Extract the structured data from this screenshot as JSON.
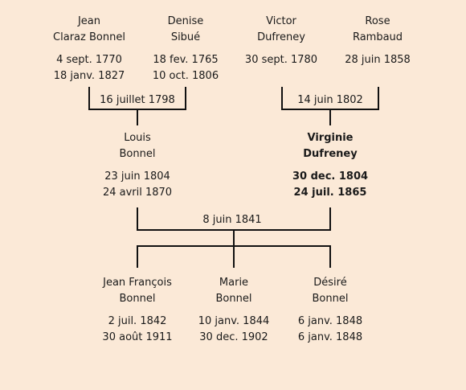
{
  "generation_1": [
    {
      "first": "Jean",
      "last": "Claraz Bonnel",
      "born": "4 sept. 1770",
      "died": "18 janv. 1827"
    },
    {
      "first": "Denise",
      "last": "Sibué",
      "born": "18 fev. 1765",
      "died": "10 oct. 1806"
    },
    {
      "first": "Victor",
      "last": "Dufreney",
      "born": "30 sept. 1780",
      "died": ""
    },
    {
      "first": "Rose",
      "last": "Rambaud",
      "born": "",
      "died": "28 juin 1858"
    }
  ],
  "marriages_1": [
    "16 juillet 1798",
    "14 juin 1802"
  ],
  "generation_2": [
    {
      "first": "Louis",
      "last": "Bonnel",
      "born": "23 juin 1804",
      "died": "24 avril 1870"
    },
    {
      "first": "Virginie",
      "last": "Dufreney",
      "born": "30 dec. 1804",
      "died": "24 juil. 1865"
    }
  ],
  "marriage_2": "8 juin 1841",
  "generation_3": [
    {
      "first": "Jean François",
      "last": "Bonnel",
      "born": "2 juil. 1842",
      "died": "30 août 1911"
    },
    {
      "first": "Marie",
      "last": "Bonnel",
      "born": "10 janv. 1844",
      "died": "30 dec. 1902"
    },
    {
      "first": "Désiré",
      "last": "Bonnel",
      "born": "6 janv. 1848",
      "died": "6 janv. 1848"
    }
  ],
  "colors": {
    "background": "#fbe9d7",
    "line": "#111111",
    "text": "#1a1a1a"
  }
}
